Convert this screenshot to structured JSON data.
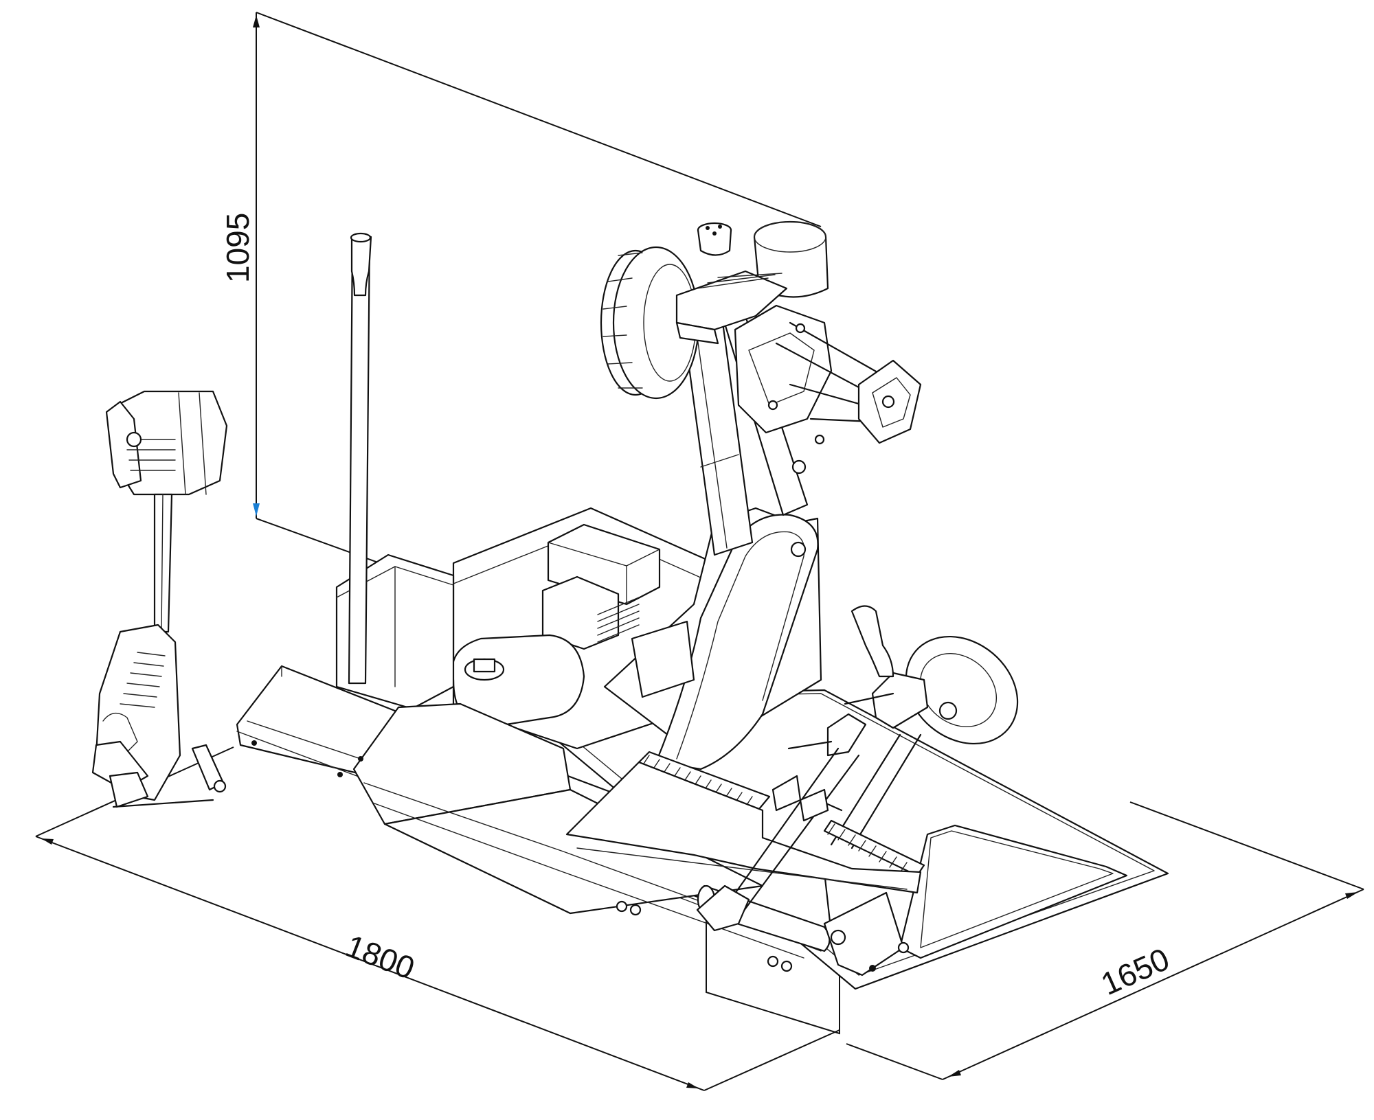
{
  "dimensions": {
    "height": "1095",
    "length": "1800",
    "depth": "1650"
  },
  "colors": {
    "line": "#111111",
    "background": "#ffffff",
    "arrow_accent": "#1a7fd4"
  }
}
